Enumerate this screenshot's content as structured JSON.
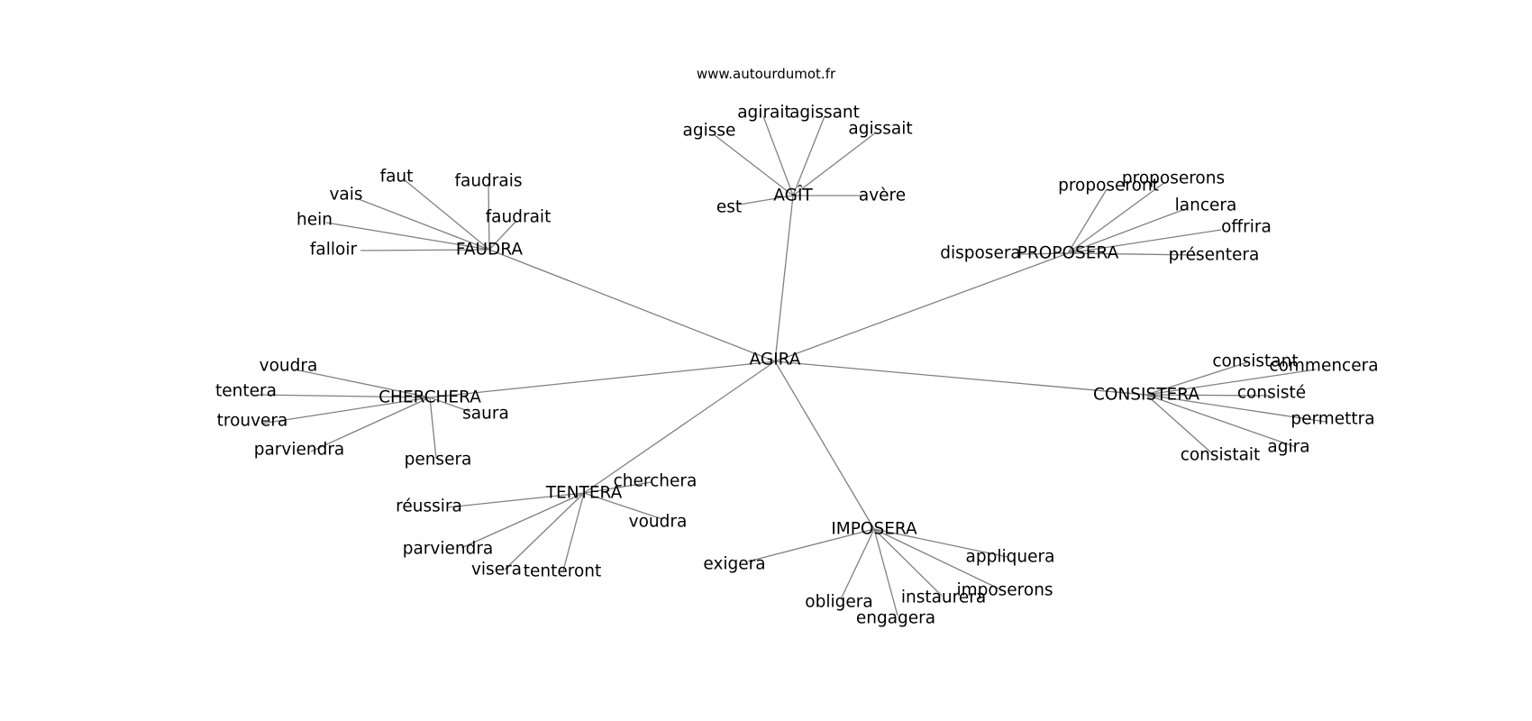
{
  "graph": {
    "source": "www.autourdumot.fr",
    "edge_color": "#808080",
    "center": "AGIRA",
    "clusters": [
      {
        "hub": "AGÎT",
        "leaves": [
          "agirait",
          "agissant",
          "agisse",
          "agissait",
          "est",
          "avère"
        ]
      },
      {
        "hub": "FAUDRA",
        "leaves": [
          "faut",
          "faudrais",
          "vais",
          "faudrait",
          "hein",
          "falloir"
        ]
      },
      {
        "hub": "PROPOSERA",
        "leaves": [
          "proposeront",
          "proposerons",
          "lancera",
          "offrira",
          "disposera",
          "présentera"
        ]
      },
      {
        "hub": "CHERCHERA",
        "leaves": [
          "voudra",
          "tentera",
          "trouvera",
          "parviendra",
          "saura",
          "pensera"
        ]
      },
      {
        "hub": "CONSISTERA",
        "leaves": [
          "consistant",
          "commencera",
          "consisté",
          "permettra",
          "agira",
          "consistait"
        ]
      },
      {
        "hub": "TENTERA",
        "leaves": [
          "cherchera",
          "réussira",
          "parviendra",
          "voudra",
          "visera",
          "tenteront"
        ]
      },
      {
        "hub": "IMPOSERA",
        "leaves": [
          "exigera",
          "appliquera",
          "imposerons",
          "instaurera",
          "obligera",
          "engagera"
        ]
      }
    ]
  }
}
